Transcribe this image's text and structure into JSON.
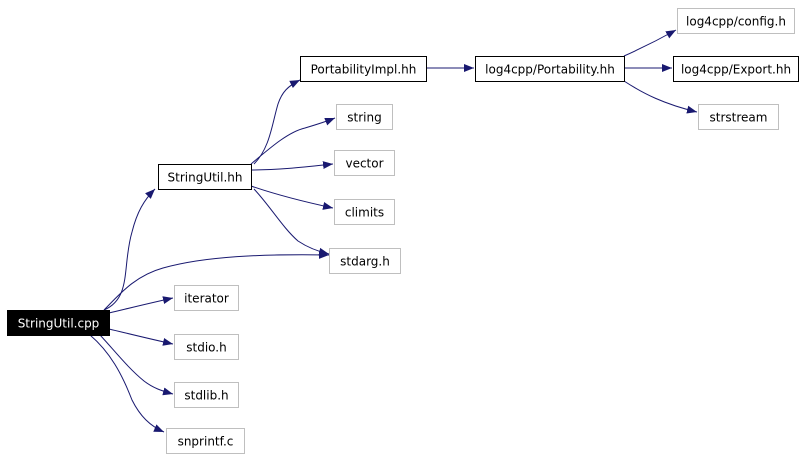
{
  "graph": {
    "colors": {
      "edge": "#191970",
      "root_fill": "#000000",
      "root_text": "#ffffff",
      "node_text": "#000000",
      "documented_border": "#000000",
      "external_border": "#bfbfbf"
    },
    "nodes": {
      "stringutil_cpp": {
        "label": "StringUtil.cpp",
        "kind": "root"
      },
      "stringutil_hh": {
        "label": "StringUtil.hh",
        "kind": "documented"
      },
      "portabilityimpl_hh": {
        "label": "PortabilityImpl.hh",
        "kind": "documented"
      },
      "portability_hh": {
        "label": "log4cpp/Portability.hh",
        "kind": "documented"
      },
      "config_h": {
        "label": "log4cpp/config.h",
        "kind": "external"
      },
      "export_hh": {
        "label": "log4cpp/Export.hh",
        "kind": "documented"
      },
      "strstream": {
        "label": "strstream",
        "kind": "external"
      },
      "string": {
        "label": "string",
        "kind": "external"
      },
      "vector": {
        "label": "vector",
        "kind": "external"
      },
      "climits": {
        "label": "climits",
        "kind": "external"
      },
      "stdarg_h": {
        "label": "stdarg.h",
        "kind": "external"
      },
      "iterator": {
        "label": "iterator",
        "kind": "external"
      },
      "stdio_h": {
        "label": "stdio.h",
        "kind": "external"
      },
      "stdlib_h": {
        "label": "stdlib.h",
        "kind": "external"
      },
      "snprintf_c": {
        "label": "snprintf.c",
        "kind": "external"
      }
    },
    "edges": [
      {
        "from": "stringutil_cpp",
        "to": "stringutil_hh"
      },
      {
        "from": "stringutil_cpp",
        "to": "stdarg_h"
      },
      {
        "from": "stringutil_cpp",
        "to": "iterator"
      },
      {
        "from": "stringutil_cpp",
        "to": "stdio_h"
      },
      {
        "from": "stringutil_cpp",
        "to": "stdlib_h"
      },
      {
        "from": "stringutil_cpp",
        "to": "snprintf_c"
      },
      {
        "from": "stringutil_hh",
        "to": "portabilityimpl_hh"
      },
      {
        "from": "stringutil_hh",
        "to": "string"
      },
      {
        "from": "stringutil_hh",
        "to": "vector"
      },
      {
        "from": "stringutil_hh",
        "to": "climits"
      },
      {
        "from": "stringutil_hh",
        "to": "stdarg_h"
      },
      {
        "from": "portabilityimpl_hh",
        "to": "portability_hh"
      },
      {
        "from": "portability_hh",
        "to": "config_h"
      },
      {
        "from": "portability_hh",
        "to": "export_hh"
      },
      {
        "from": "portability_hh",
        "to": "strstream"
      }
    ]
  }
}
